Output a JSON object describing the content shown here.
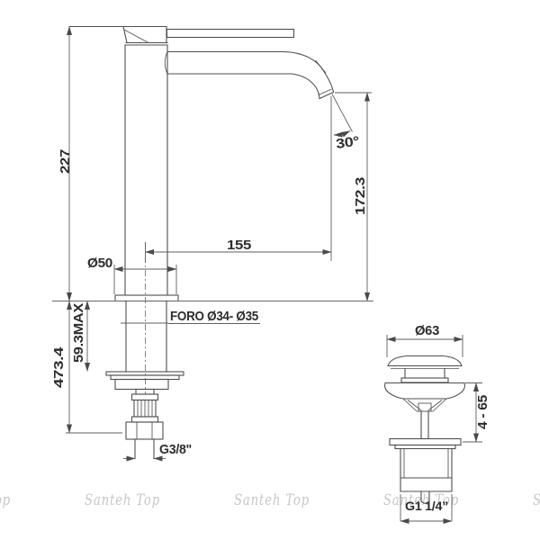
{
  "drawing": {
    "title_hint": "basin mixer technical drawing",
    "line_color": "#4f4f4f",
    "dim_color": "#5e5e5e",
    "faucet": {
      "height_above_deck": "227",
      "spout_outlet_height": "172.3",
      "spout_reach": "155",
      "base_diameter": "Ø50",
      "mounting_hole_label": "FORO Ø34- Ø35",
      "max_deck_thickness": "59.3MAX",
      "overall_height": "473.4",
      "inlet_thread": "G3/8\"",
      "spout_angle": "30°"
    },
    "drain": {
      "cap_diameter": "Ø63",
      "clamping_range": "4 - 65",
      "outlet_thread": "G1 1/4”"
    }
  },
  "watermark": {
    "text": "Santeh Top",
    "color": "#c7c7c7"
  }
}
